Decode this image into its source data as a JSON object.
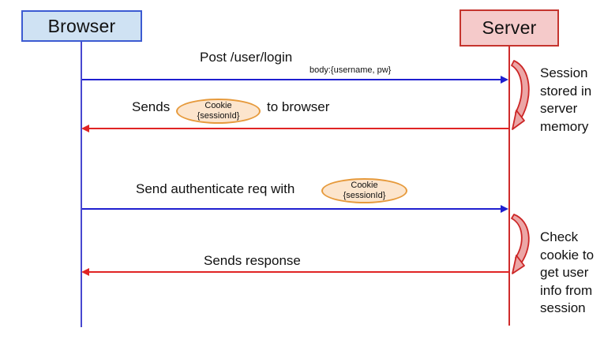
{
  "diagram_type": "sequence-diagram",
  "actors": {
    "browser": {
      "label": "Browser"
    },
    "server": {
      "label": "Server"
    }
  },
  "messages": [
    {
      "label": "Post /user/login",
      "sublabel": "body:{username, pw}",
      "from": "browser",
      "to": "server",
      "arrow_color": "#1f1fd0"
    },
    {
      "label_before": "Sends",
      "cookie_line1": "Cookie",
      "cookie_line2": "{sessionId}",
      "label_after": "to browser",
      "from": "server",
      "to": "browser",
      "arrow_color": "#e02424"
    },
    {
      "label_before": "Send authenticate req with",
      "cookie_line1": "Cookie",
      "cookie_line2": "{sessionId}",
      "from": "browser",
      "to": "server",
      "arrow_color": "#1f1fd0"
    },
    {
      "label": "Sends response",
      "from": "server",
      "to": "browser",
      "arrow_color": "#e02424"
    }
  ],
  "self_actions": [
    {
      "text": "Session stored in server memory"
    },
    {
      "text": "Check cookie to get user info from session"
    }
  ],
  "colors": {
    "browser_fill": "#cfe2f3",
    "browser_border": "#3c5bd2",
    "browser_lifeline": "#4848d0",
    "server_fill": "#f5caca",
    "server_border": "#c5342e",
    "server_lifeline": "#cf2b2b",
    "request_arrow_blue": "#1f1fd0",
    "response_arrow_red": "#e02424",
    "cookie_fill": "#fce5cd",
    "cookie_border": "#e69a3c",
    "loop_arrow_stroke": "#cc2626",
    "loop_arrow_fill": "#eca6a6",
    "text": "#111111"
  }
}
